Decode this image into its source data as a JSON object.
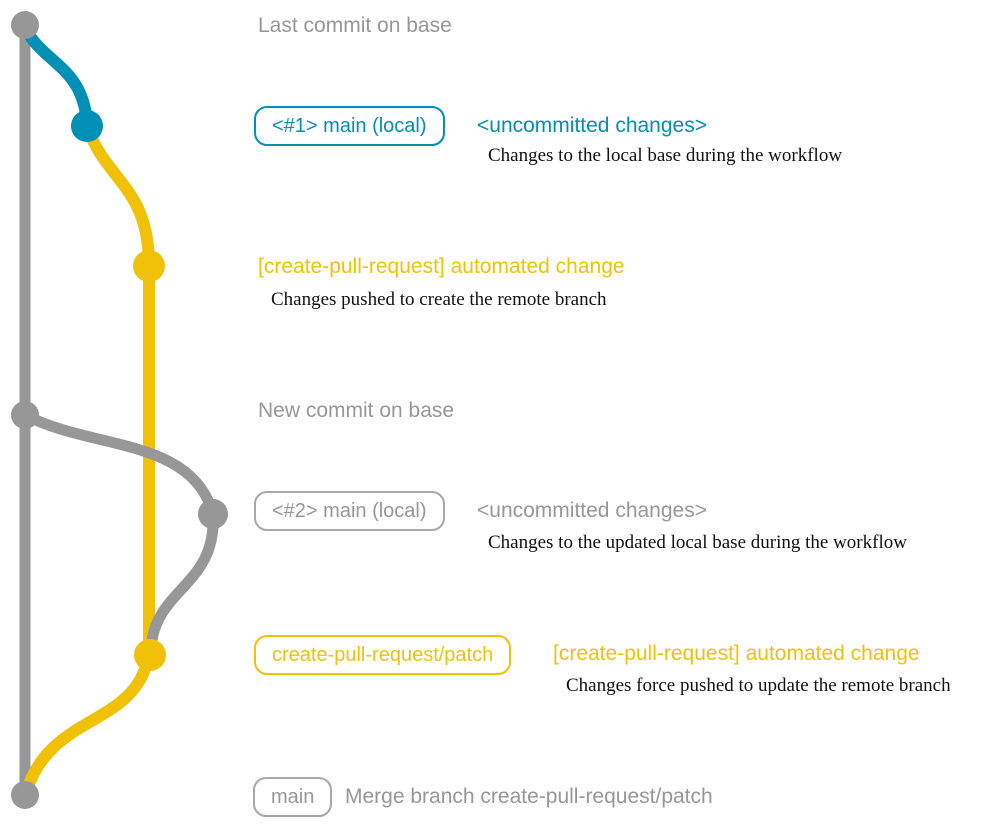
{
  "colors": {
    "base_branch": "#979797",
    "local_branch": "#008fb5",
    "patch_branch": "#f1c109",
    "description_text": "#111111",
    "background": "#ffffff"
  },
  "graph": {
    "commits": [
      {
        "id": "base-head",
        "branch": "base",
        "color": "#979797",
        "caption": "Last commit on base"
      },
      {
        "id": "local-1",
        "branch": "main (local)",
        "color": "#008fb5",
        "caption": "<#1> main (local) <uncommitted changes>"
      },
      {
        "id": "cpr-1",
        "branch": "create-pull-request/patch",
        "color": "#f1c109",
        "caption": "[create-pull-request] automated change"
      },
      {
        "id": "base-new",
        "branch": "base",
        "color": "#979797",
        "caption": "New commit on base"
      },
      {
        "id": "local-2",
        "branch": "main (local)",
        "color": "#979797",
        "caption": "<#2> main (local) <uncommitted changes>"
      },
      {
        "id": "cpr-2",
        "branch": "create-pull-request/patch",
        "color": "#f1c109",
        "caption": "[create-pull-request] automated change"
      },
      {
        "id": "merge",
        "branch": "main",
        "color": "#979797",
        "caption": "Merge branch create-pull-request/patch"
      }
    ]
  },
  "rows": {
    "row1": {
      "label": "Last commit on base"
    },
    "row2": {
      "badge": "<#1> main (local)",
      "title": "<uncommitted changes>",
      "description": "Changes to the local base during the workflow"
    },
    "row3": {
      "title": "[create-pull-request] automated change",
      "description": "Changes pushed to create the remote branch"
    },
    "row4": {
      "label": "New commit on base"
    },
    "row5": {
      "badge": "<#2> main (local)",
      "title": "<uncommitted changes>",
      "description": "Changes to the updated local base during the workflow"
    },
    "row6": {
      "badge": "create-pull-request/patch",
      "title": "[create-pull-request] automated change",
      "description": "Changes force pushed to update the remote branch"
    },
    "row7": {
      "badge": "main",
      "label": "Merge branch create-pull-request/patch"
    }
  }
}
